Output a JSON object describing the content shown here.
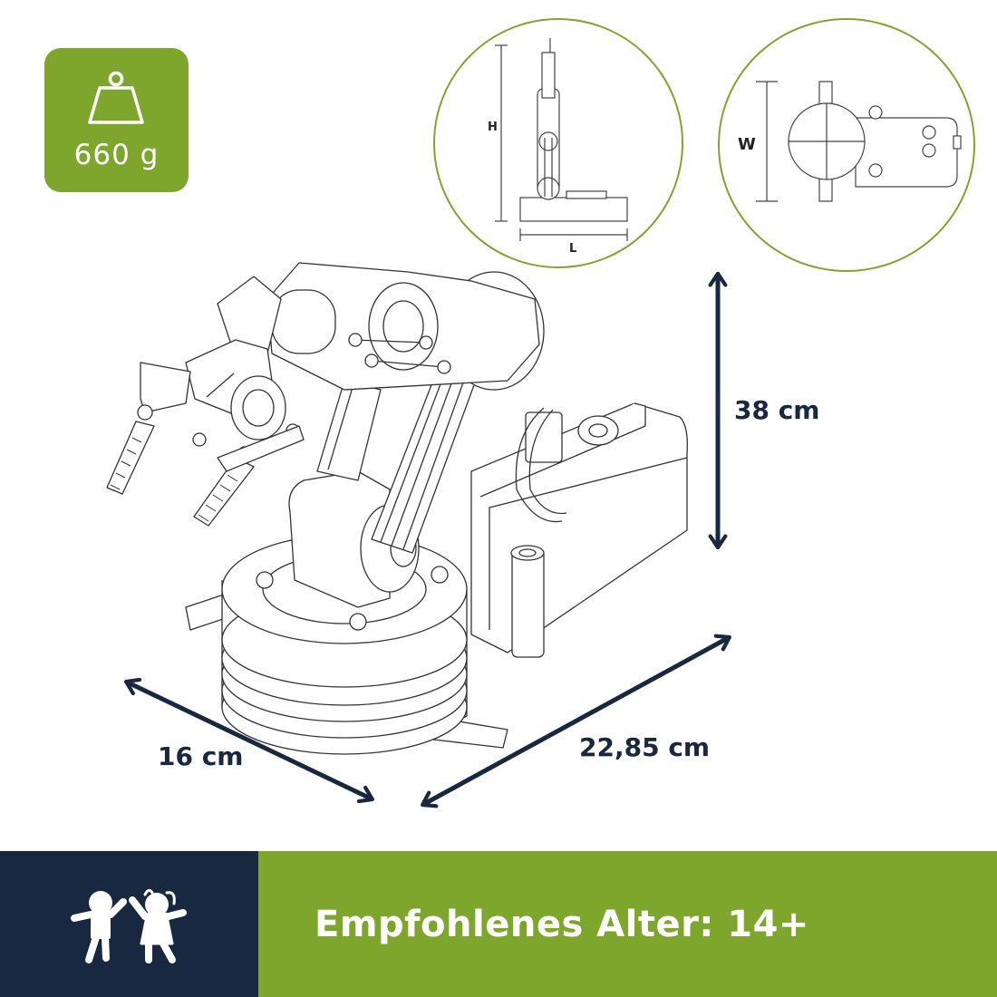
{
  "weight": {
    "value": "660 g",
    "icon": "weight-icon",
    "color": "#7fa62c"
  },
  "views": {
    "side": {
      "height_label": "H",
      "length_label": "L"
    },
    "top": {
      "width_label": "W"
    },
    "border_color": "#7fa62c"
  },
  "dimensions": {
    "height": "38 cm",
    "depth": "16 cm",
    "width": "22,85 cm",
    "arrow_color": "#172840"
  },
  "product": {
    "illustration": "robot-arm-line-drawing"
  },
  "age": {
    "label": "Empfohlenes Alter: 14+",
    "icon": "children-icon",
    "band_left_color": "#172840",
    "band_right_color": "#7fa62c"
  }
}
